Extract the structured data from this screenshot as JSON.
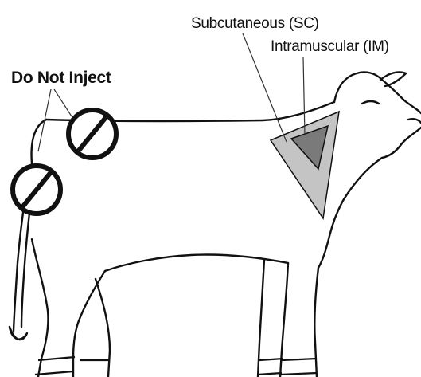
{
  "labels": {
    "subcutaneous": "Subcutaneous (SC)",
    "intramuscular": "Intramuscular (IM)",
    "do_not_inject": "Do Not Inject"
  },
  "colors": {
    "outline": "#111111",
    "sc_zone_fill": "#c4c4c4",
    "im_zone_fill": "#7a7a7a",
    "background": "#ffffff"
  },
  "icons": {
    "no_inject_symbol": "prohibition-sign"
  }
}
